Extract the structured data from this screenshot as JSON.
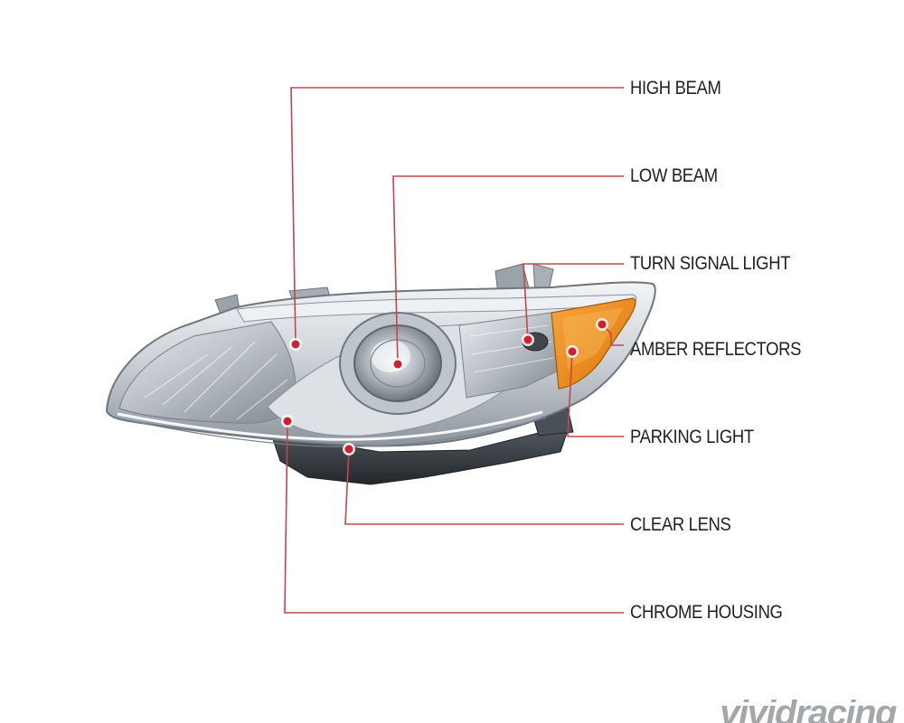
{
  "colors": {
    "leader_line": "#c4464c",
    "dot_fill": "#cc2230",
    "label_text": "#222222",
    "chrome": "#c9ced4",
    "amber": "#e8891c"
  },
  "callouts": [
    {
      "id": "high-beam",
      "label": "HIGH BEAM"
    },
    {
      "id": "low-beam",
      "label": "LOW BEAM"
    },
    {
      "id": "turn-signal-light",
      "label": "TURN SIGNAL LIGHT"
    },
    {
      "id": "amber-reflectors",
      "label": "AMBER REFLECTORS"
    },
    {
      "id": "parking-light",
      "label": "PARKING LIGHT"
    },
    {
      "id": "clear-lens",
      "label": "CLEAR LENS"
    },
    {
      "id": "chrome-housing",
      "label": "CHROME HOUSING"
    }
  ],
  "watermark": "vividracing"
}
